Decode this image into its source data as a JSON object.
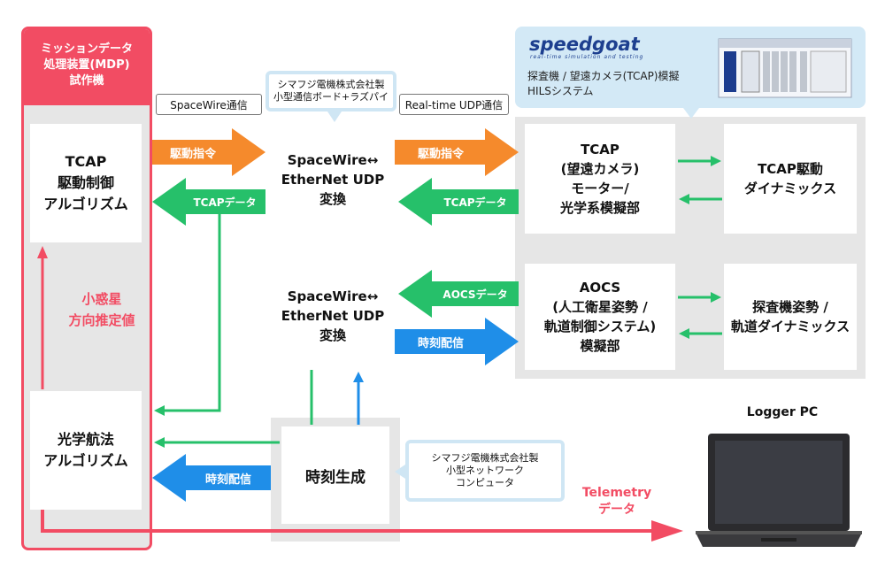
{
  "mdp": {
    "title": "ミッションデータ\n処理装置(MDP)\n試作機",
    "tcap_algo": "TCAP\n駆動制御\nアルゴリズム",
    "optical_algo": "光学航法\nアルゴリズム",
    "asteroid_label": "小惑星\n方向推定値"
  },
  "tags": {
    "spacewire_comm": "SpaceWire通信",
    "realtime_udp": "Real-time UDP通信"
  },
  "callouts": {
    "board": "シマフジ電機株式会社製\n小型通信ボード+ラズパイ",
    "computer": "シマフジ電機株式会社製\n小型ネットワーク\nコンピュータ",
    "hils": "探査機 / 望遠カメラ(TCAP)模擬\nHILSシステム"
  },
  "brand": {
    "logo": "speedgoat",
    "tagline": "real-time simulation and testing"
  },
  "boxes": {
    "converter1": "SpaceWire↔\nEtherNet UDP\n変換",
    "converter2": "SpaceWire↔\nEtherNet UDP\n変換",
    "tcap_sim": "TCAP\n(望遠カメラ)\nモーター/\n光学系模擬部",
    "tcap_dyn": "TCAP駆動\nダイナミックス",
    "aocs_sim": "AOCS\n(人工衛星姿勢 /\n軌道制御システム)\n模擬部",
    "sc_dyn": "探査機姿勢 /\n軌道ダイナミックス",
    "time_gen": "時刻生成"
  },
  "arrows": {
    "drive_cmd_1": "駆動指令",
    "drive_cmd_2": "駆動指令",
    "tcap_data_1": "TCAPデータ",
    "tcap_data_2": "TCAPデータ",
    "aocs_data": "AOCSデータ",
    "time_dist_1": "時刻配信",
    "time_dist_2": "時刻配信"
  },
  "logger": {
    "label": "Logger PC"
  },
  "telemetry": {
    "label": "Telemetry\nデータ"
  },
  "colors": {
    "orange": "#f58a2c",
    "green": "#26c06a",
    "blue": "#1f8ee8",
    "red": "#f24c63",
    "lightblue_bg": "#d3e9f6",
    "gray_bg": "#e6e6e6"
  }
}
